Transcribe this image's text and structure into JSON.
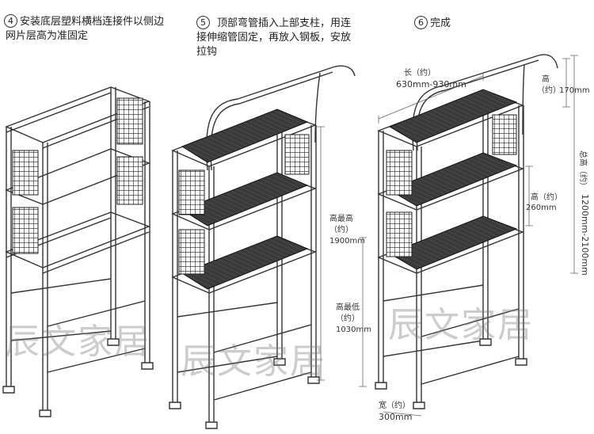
{
  "steps": [
    {
      "num": "4",
      "lines": [
        "安装底层塑料横档连接件以侧边",
        "网片层高为准固定"
      ]
    },
    {
      "num": "5",
      "lines": [
        "顶部弯管插入上部支柱，用连",
        "接伸缩管固定，再放入钢板，安放",
        "拉钩"
      ]
    },
    {
      "num": "6",
      "lines": [
        "完成"
      ]
    }
  ],
  "dimensions": {
    "length_label": "长（约）",
    "length_value": "630mm-930mm",
    "top_height_label": [
      "高",
      "（约）"
    ],
    "top_height_value": "170mm",
    "total_height_label": "总高（约）",
    "total_height_value": "1200mm-2100mm",
    "shelf_gap_label": "高（约）",
    "shelf_gap_value": "260mm",
    "max_height_label": [
      "高最高",
      "（约）"
    ],
    "max_height_value": "1900mm",
    "min_height_label": [
      "高最低",
      "（约）"
    ],
    "min_height_value": "1030mm",
    "width_label": "宽（约）",
    "width_value": "300mm"
  },
  "watermark": "辰文家居",
  "colors": {
    "line": "#333333",
    "shelf": "#3a3a3a",
    "panel": "#222222",
    "accent": "#555555"
  }
}
